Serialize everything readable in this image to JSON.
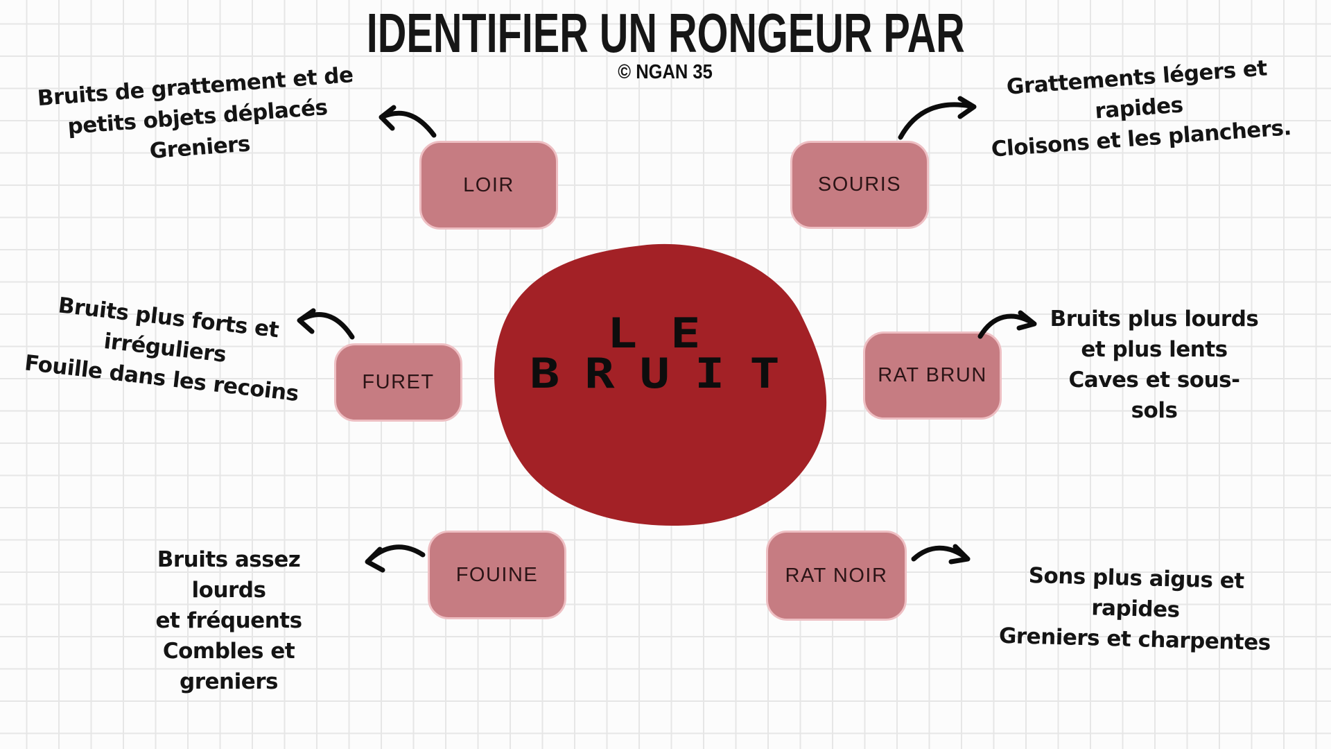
{
  "header": {
    "title": "IDENTIFIER UN RONGEUR PAR",
    "credit": "© NGAN 35"
  },
  "center": {
    "line1": "LE",
    "line2": "BRUIT"
  },
  "colors": {
    "blob_red": "#a32126",
    "box_fill": "#c67c82",
    "box_border": "#eebfc3",
    "box_text": "#2b1416",
    "grid_line": "#e6e6e6",
    "background": "#fcfcfc",
    "arrow": "#0c0c0c",
    "text": "#141414"
  },
  "nodes": [
    {
      "id": "loir",
      "label": "LOIR",
      "annotation_lines": [
        "Bruits de grattement et de",
        "petits objets déplacés",
        "Greniers"
      ]
    },
    {
      "id": "souris",
      "label": "SOURIS",
      "annotation_lines": [
        "Grattements légers et rapides",
        "Cloisons et les planchers."
      ]
    },
    {
      "id": "furet",
      "label": "FURET",
      "annotation_lines": [
        "Bruits plus forts et irréguliers",
        "Fouille dans les recoins"
      ]
    },
    {
      "id": "rat-brun",
      "label": "RAT BRUN",
      "annotation_lines": [
        "Bruits plus lourds",
        "et plus lents",
        "Caves et sous-sols"
      ]
    },
    {
      "id": "fouine",
      "label": "FOUINE",
      "annotation_lines": [
        "Bruits assez lourds",
        "et fréquents",
        "Combles et greniers"
      ]
    },
    {
      "id": "rat-noir",
      "label": "RAT NOIR",
      "annotation_lines": [
        "Sons plus aigus et rapides",
        "Greniers et charpentes"
      ]
    }
  ]
}
